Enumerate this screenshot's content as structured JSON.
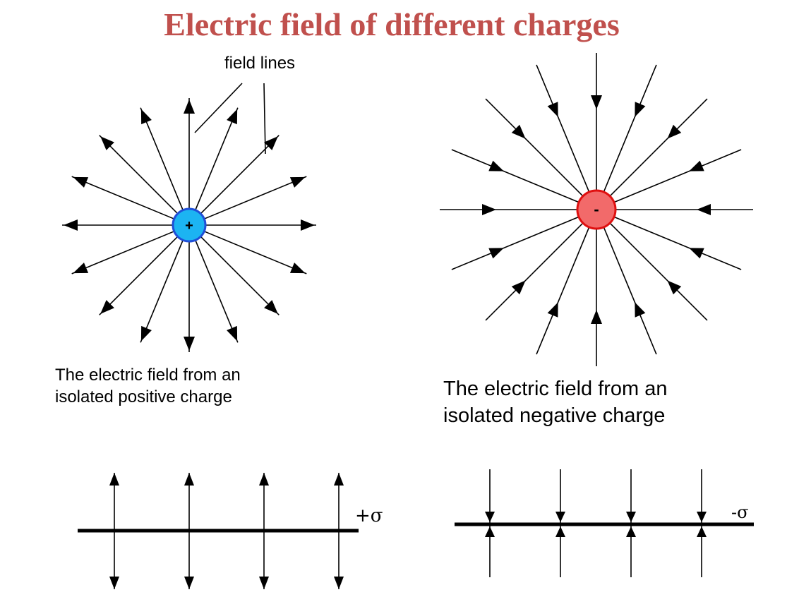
{
  "title": "Electric field of different charges",
  "field_lines_label": "field lines",
  "positive_charge": {
    "symbol": "+",
    "fill_color": "#1cb4f2",
    "stroke_color": "#1f4fd8",
    "caption_line1": "The electric field from an",
    "caption_line2": "isolated positive charge"
  },
  "negative_charge": {
    "symbol": "-",
    "fill_color": "#f26a6a",
    "stroke_color": "#e01010",
    "caption_line1": "The electric field from an",
    "caption_line2": "isolated negative charge"
  },
  "positive_plane": {
    "label": "+σ"
  },
  "negative_plane": {
    "label": "-σ"
  },
  "colors": {
    "title": "#c0504d",
    "lines": "#000000"
  }
}
